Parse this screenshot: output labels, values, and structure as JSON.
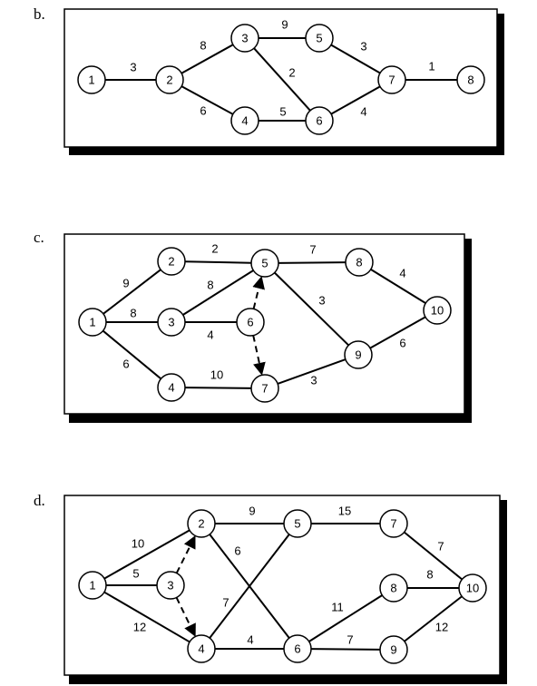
{
  "panels": [
    {
      "label": "b.",
      "nodes": [
        {
          "id": "1",
          "label": "1"
        },
        {
          "id": "2",
          "label": "2"
        },
        {
          "id": "3",
          "label": "3"
        },
        {
          "id": "4",
          "label": "4"
        },
        {
          "id": "5",
          "label": "5"
        },
        {
          "id": "6",
          "label": "6"
        },
        {
          "id": "7",
          "label": "7"
        },
        {
          "id": "8",
          "label": "8"
        }
      ],
      "edges": [
        {
          "from": "1",
          "to": "2",
          "weight": "3",
          "style": "solid"
        },
        {
          "from": "2",
          "to": "3",
          "weight": "8",
          "style": "solid"
        },
        {
          "from": "2",
          "to": "4",
          "weight": "6",
          "style": "solid"
        },
        {
          "from": "3",
          "to": "5",
          "weight": "9",
          "style": "solid"
        },
        {
          "from": "3",
          "to": "6",
          "weight": "2",
          "style": "solid"
        },
        {
          "from": "4",
          "to": "6",
          "weight": "5",
          "style": "solid"
        },
        {
          "from": "5",
          "to": "7",
          "weight": "3",
          "style": "solid"
        },
        {
          "from": "6",
          "to": "7",
          "weight": "4",
          "style": "solid"
        },
        {
          "from": "7",
          "to": "8",
          "weight": "1",
          "style": "solid"
        }
      ]
    },
    {
      "label": "c.",
      "nodes": [
        {
          "id": "1",
          "label": "1"
        },
        {
          "id": "2",
          "label": "2"
        },
        {
          "id": "3",
          "label": "3"
        },
        {
          "id": "4",
          "label": "4"
        },
        {
          "id": "5",
          "label": "5"
        },
        {
          "id": "6",
          "label": "6"
        },
        {
          "id": "7",
          "label": "7"
        },
        {
          "id": "8",
          "label": "8"
        },
        {
          "id": "9",
          "label": "9"
        },
        {
          "id": "10",
          "label": "10"
        }
      ],
      "edges": [
        {
          "from": "1",
          "to": "2",
          "weight": "9",
          "style": "solid"
        },
        {
          "from": "1",
          "to": "3",
          "weight": "8",
          "style": "solid"
        },
        {
          "from": "1",
          "to": "4",
          "weight": "6",
          "style": "solid"
        },
        {
          "from": "2",
          "to": "5",
          "weight": "2",
          "style": "solid"
        },
        {
          "from": "3",
          "to": "5",
          "weight": "8",
          "style": "solid"
        },
        {
          "from": "3",
          "to": "6",
          "weight": "4",
          "style": "solid"
        },
        {
          "from": "6",
          "to": "5",
          "weight": "",
          "style": "dashed-arrow"
        },
        {
          "from": "6",
          "to": "7",
          "weight": "",
          "style": "dashed-arrow"
        },
        {
          "from": "4",
          "to": "7",
          "weight": "10",
          "style": "solid"
        },
        {
          "from": "5",
          "to": "8",
          "weight": "7",
          "style": "solid"
        },
        {
          "from": "5",
          "to": "9",
          "weight": "3",
          "style": "solid"
        },
        {
          "from": "7",
          "to": "9",
          "weight": "3",
          "style": "solid"
        },
        {
          "from": "8",
          "to": "10",
          "weight": "4",
          "style": "solid"
        },
        {
          "from": "9",
          "to": "10",
          "weight": "6",
          "style": "solid"
        }
      ]
    },
    {
      "label": "d.",
      "nodes": [
        {
          "id": "1",
          "label": "1"
        },
        {
          "id": "2",
          "label": "2"
        },
        {
          "id": "3",
          "label": "3"
        },
        {
          "id": "4",
          "label": "4"
        },
        {
          "id": "5",
          "label": "5"
        },
        {
          "id": "6",
          "label": "6"
        },
        {
          "id": "7",
          "label": "7"
        },
        {
          "id": "8",
          "label": "8"
        },
        {
          "id": "9",
          "label": "9"
        },
        {
          "id": "10",
          "label": "10"
        }
      ],
      "edges": [
        {
          "from": "1",
          "to": "2",
          "weight": "10",
          "style": "solid"
        },
        {
          "from": "1",
          "to": "3",
          "weight": "5",
          "style": "solid"
        },
        {
          "from": "1",
          "to": "4",
          "weight": "12",
          "style": "solid"
        },
        {
          "from": "3",
          "to": "2",
          "weight": "",
          "style": "dashed-arrow"
        },
        {
          "from": "3",
          "to": "4",
          "weight": "",
          "style": "dashed-arrow"
        },
        {
          "from": "2",
          "to": "5",
          "weight": "9",
          "style": "solid"
        },
        {
          "from": "2",
          "to": "6",
          "weight": "6",
          "style": "solid"
        },
        {
          "from": "4",
          "to": "5",
          "weight": "7",
          "style": "solid"
        },
        {
          "from": "4",
          "to": "6",
          "weight": "4",
          "style": "solid"
        },
        {
          "from": "5",
          "to": "7",
          "weight": "15",
          "style": "solid"
        },
        {
          "from": "6",
          "to": "8",
          "weight": "11",
          "style": "solid"
        },
        {
          "from": "6",
          "to": "9",
          "weight": "7",
          "style": "solid"
        },
        {
          "from": "7",
          "to": "10",
          "weight": "7",
          "style": "solid"
        },
        {
          "from": "8",
          "to": "10",
          "weight": "8",
          "style": "solid"
        },
        {
          "from": "9",
          "to": "10",
          "weight": "12",
          "style": "solid"
        }
      ]
    }
  ]
}
